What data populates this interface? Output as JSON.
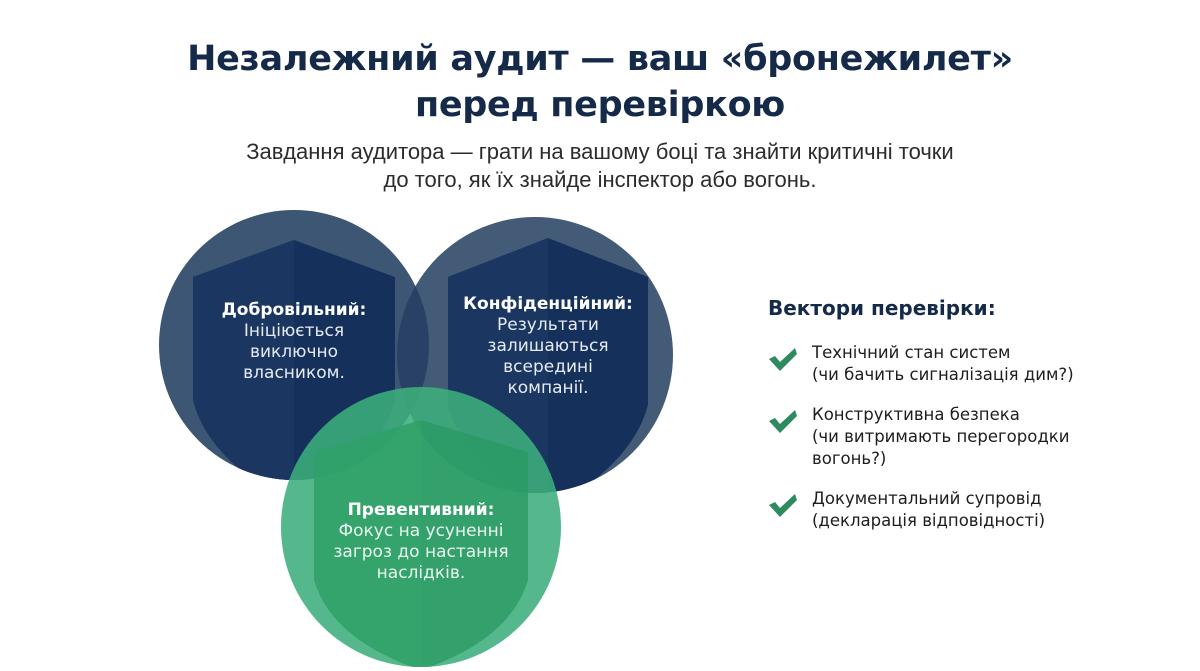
{
  "header": {
    "title_line1": "Незалежний аудит — ваш «бронежилет»",
    "title_line2": "перед перевіркою",
    "subtitle_line1": "Завдання аудитора — грати на вашому боці та знайти критичні точки",
    "subtitle_line2": "до того, як їх знайде інспектор або вогонь."
  },
  "venn": {
    "circles": [
      {
        "id": "voluntary",
        "heading": "Добровільний:",
        "body": "Ініціюється\nвиключно\nвласником.",
        "color": "#1c355c",
        "icon": "shield-icon"
      },
      {
        "id": "confidential",
        "heading": "Конфіденційний:",
        "body": "Результати\nзалишаються\nвсередині\nкомпанії.",
        "color": "#1c355c",
        "icon": "shield-icon"
      },
      {
        "id": "preventive",
        "heading": "Превентивний:",
        "body": "Фокус на усуненні\nзагроз до настання\nнаслідків.",
        "color": "#2a9a62",
        "icon": "shield-icon"
      }
    ]
  },
  "vectors": {
    "title": "Вектори перевірки:",
    "icon": "check-icon",
    "check_color": "#2e8a5f",
    "items": [
      {
        "text": "Технічний стан систем\n(чи бачить сигналізація дим?)"
      },
      {
        "text": "Конструктивна безпека\n(чи витримають перегородки\nвогонь?)"
      },
      {
        "text": "Документальний супровід\n(декларація відповідності)"
      }
    ]
  },
  "colors": {
    "title": "#152a48",
    "navy_outer": "#3d5673",
    "navy_shield": "#15305a",
    "green_outer": "#3cae7c",
    "green_shield": "#2a9a62"
  }
}
